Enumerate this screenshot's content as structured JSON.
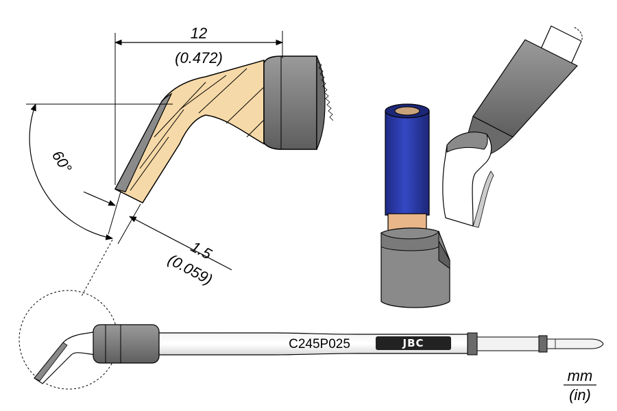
{
  "dimensions": {
    "length_mm": "12",
    "length_in": "(0.472)",
    "angle": "60°",
    "width_mm": "1.5",
    "width_in": "(0.059)"
  },
  "product": {
    "model": "C245P025",
    "brand": "JBC"
  },
  "units": {
    "primary": "mm",
    "secondary": "(in)"
  },
  "colors": {
    "metal_gray": "#8c8c8c",
    "dark_gray": "#5e5e5e",
    "tin": "#f6d9a8",
    "sleeve_blue": "#2a3aa8",
    "copper": "#e9b68a"
  }
}
